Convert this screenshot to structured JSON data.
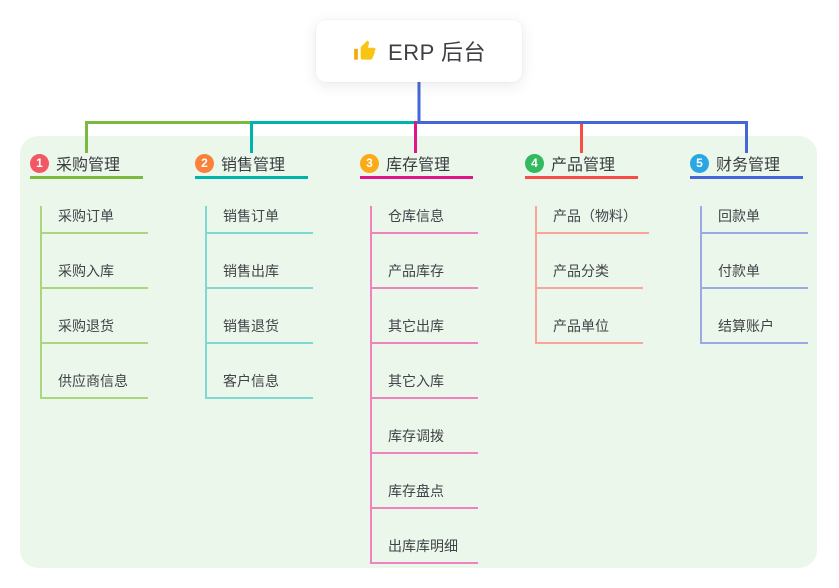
{
  "root": {
    "title": "ERP 后台",
    "icon": "thumbs-up-icon",
    "icon_color": "#f9c513"
  },
  "panel_color": "#ecf7eb",
  "branches": [
    {
      "badge": "1",
      "label": "采购管理",
      "colors": {
        "line": "#7cb93f",
        "light": "#a9d67f",
        "badge": "#f25864"
      },
      "children": [
        "采购订单",
        "采购入库",
        "采购退货",
        "供应商信息"
      ]
    },
    {
      "badge": "2",
      "label": "销售管理",
      "colors": {
        "line": "#00b3ab",
        "light": "#7fd8d2",
        "badge": "#f9813a"
      },
      "children": [
        "销售订单",
        "销售出库",
        "销售退货",
        "客户信息"
      ]
    },
    {
      "badge": "3",
      "label": "库存管理",
      "colors": {
        "line": "#e0158a",
        "light": "#ef83c0",
        "badge": "#fbab17"
      },
      "children": [
        "仓库信息",
        "产品库存",
        "其它出库",
        "其它入库",
        "库存调拨",
        "库存盘点",
        "出库库明细"
      ]
    },
    {
      "badge": "4",
      "label": "产品管理",
      "colors": {
        "line": "#f84c44",
        "light": "#fba39d",
        "badge": "#33b95e"
      },
      "children": [
        "产品（物料）",
        "产品分类",
        "产品单位"
      ]
    },
    {
      "badge": "5",
      "label": "财务管理",
      "colors": {
        "line": "#4565d8",
        "light": "#9aaae6",
        "badge": "#2aa7e2"
      },
      "children": [
        "回款单",
        "付款单",
        "结算账户"
      ]
    }
  ]
}
